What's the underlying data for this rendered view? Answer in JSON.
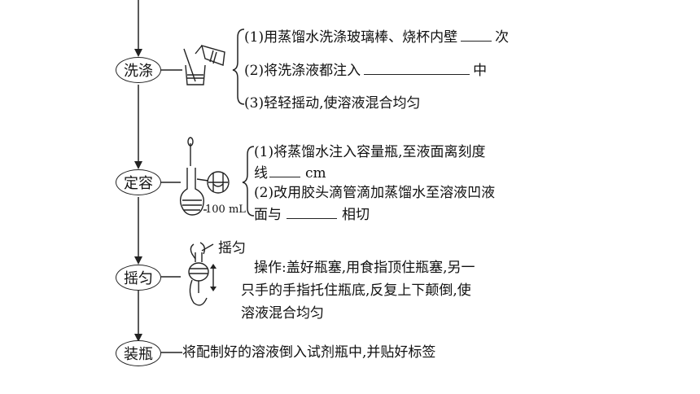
{
  "steps": {
    "wash": {
      "label": "洗涤",
      "items": [
        "(1)用蒸馏水洗涤玻璃棒、烧杯内壁",
        "次",
        "(2)将洗涤液都注入",
        "中",
        "(3)轻轻摇动,使溶液混合均匀"
      ]
    },
    "constant_volume": {
      "label": "定容",
      "flask_label": "100 mL",
      "item1_a": "(1)将蒸馏水注入容量瓶,至液面离刻度",
      "item1_b": "线",
      "item1_unit": "cm",
      "item2_a": "(2)改用胶头滴管滴加蒸馏水至溶液凹液",
      "item2_b": "面与",
      "item2_c": "相切"
    },
    "shake": {
      "label": "摇匀",
      "image_label": "摇匀",
      "operation_lines": [
        "操作:盖好瓶塞,用食指顶住瓶塞,另一",
        "只手的手指托住瓶底,反复上下颠倒,使",
        "溶液混合均匀"
      ]
    },
    "bottle": {
      "label": "装瓶",
      "text": "将配制好的溶液倒入试剂瓶中,并贴好标签"
    }
  }
}
